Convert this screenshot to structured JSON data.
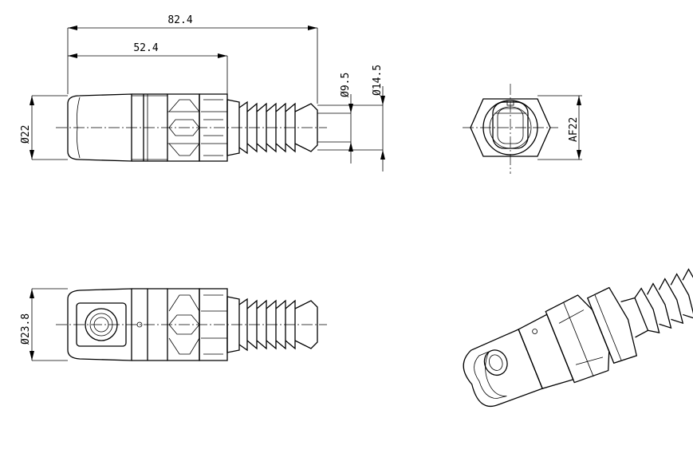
{
  "dimensions": {
    "overall_length": "82.4",
    "body_length": "52.4",
    "barb_diameter": "Ø9.5",
    "barb_outer_diameter": "Ø14.5",
    "body_diameter": "Ø22",
    "hex_across_flats": "AF22",
    "bottom_view_diameter": "Ø23.8"
  }
}
